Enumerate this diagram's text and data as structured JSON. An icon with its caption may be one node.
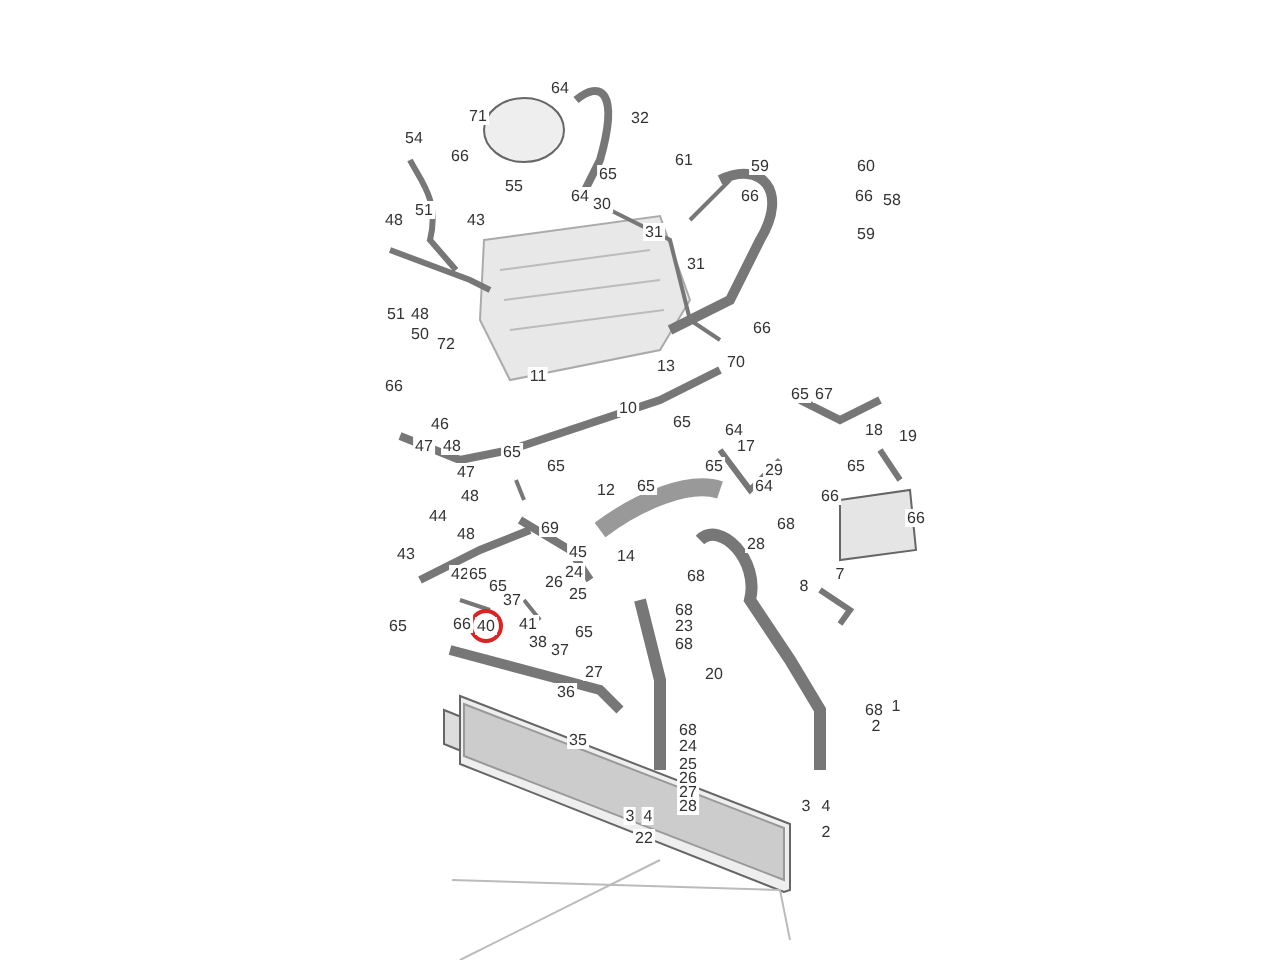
{
  "diagram": {
    "labels": [
      "64",
      "71",
      "32",
      "54",
      "66",
      "61",
      "59",
      "60",
      "65",
      "55",
      "64",
      "66",
      "66",
      "58",
      "30",
      "51",
      "48",
      "43",
      "31",
      "59",
      "31",
      "51",
      "48",
      "66",
      "50",
      "72",
      "70",
      "13",
      "11",
      "66",
      "65",
      "67",
      "10",
      "65",
      "46",
      "64",
      "18",
      "19",
      "47",
      "48",
      "17",
      "65",
      "65",
      "65",
      "65",
      "29",
      "47",
      "65",
      "64",
      "12",
      "48",
      "66",
      "44",
      "66",
      "68",
      "69",
      "48",
      "28",
      "45",
      "43",
      "14",
      "24",
      "42",
      "65",
      "7",
      "68",
      "26",
      "8",
      "65",
      "25",
      "37",
      "68",
      "66",
      "40",
      "41",
      "65",
      "23",
      "65",
      "38",
      "68",
      "37",
      "27",
      "20",
      "36",
      "1",
      "68",
      "2",
      "68",
      "35",
      "24",
      "25",
      "26",
      "27",
      "3",
      "4",
      "28",
      "3",
      "4",
      "2",
      "22"
    ]
  }
}
